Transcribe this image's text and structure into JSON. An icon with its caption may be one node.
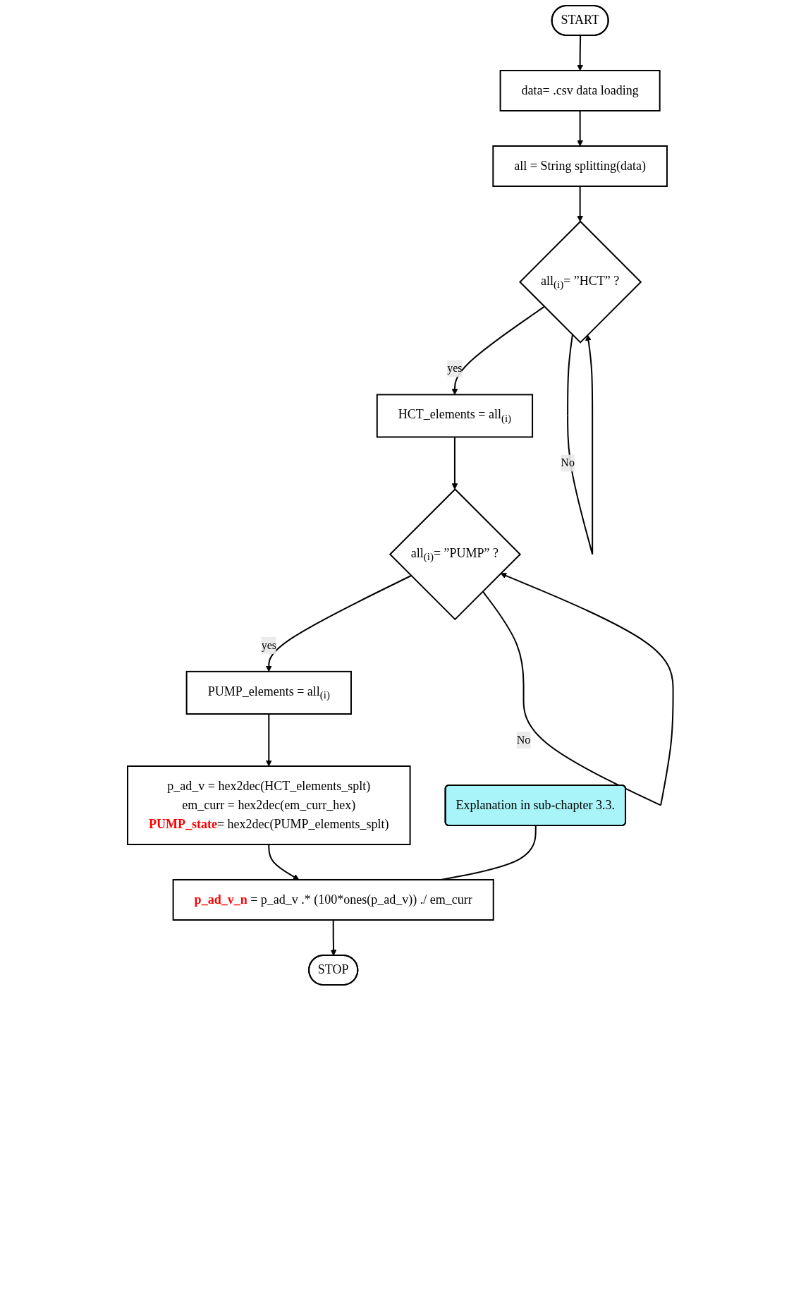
{
  "diagram": {
    "nodes": [
      {
        "text": [
          "START"
        ]
      },
      {
        "text": [
          "data= .csv data loading"
        ]
      },
      {
        "text": [
          "all = String splitting(data)"
        ]
      },
      {
        "text": [
          "all$_{(i)}$= ”HCT” ?"
        ]
      },
      {
        "text": [
          "HCT_elements = all$_{(i)}$"
        ]
      },
      {
        "text": [
          "all$_{(i)}$= ”PUMP” ?"
        ]
      },
      {
        "text": [
          "PUMP_elements = all$_{(i)}$"
        ]
      },
      {
        "text": [
          "p_ad_v = hex2dec(HCT_elements_splt)",
          "em_curr = hex2dec(em_curr_hex)",
          "**PUMP_state**= hex2dec(PUMP_elements_splt)"
        ]
      },
      {
        "text": [
          "**p_ad_v_n** = p_ad_v .* (100*ones(p_ad_v)) ./ em_curr"
        ]
      },
      {
        "text": [
          "Explanation in sub-chapter 3.3."
        ]
      },
      {
        "text": [
          "STOP"
        ]
      }
    ],
    "edges": [
      {
        "from": 0,
        "to": 1,
        "arrow": "to"
      },
      {
        "from": 1,
        "to": 2,
        "arrow": "to"
      },
      {
        "from": 2,
        "to": 3,
        "arrow": "to"
      },
      {
        "from": 3,
        "to": 4,
        "arrow": "to",
        "label": "yes"
      },
      {
        "from": 3,
        "to": 3,
        "arrow": "to",
        "label": "No"
      },
      {
        "from": 4,
        "to": 5,
        "arrow": "to"
      },
      {
        "from": 5,
        "to": 5,
        "arrow": "to",
        "label": "No"
      },
      {
        "from": 5,
        "to": 6,
        "arrow": "to",
        "label": "yes"
      },
      {
        "from": 6,
        "to": 7,
        "arrow": "to"
      },
      {
        "from": 7,
        "to": 8,
        "arrow": "to"
      },
      {
        "from": 9,
        "to": 8,
        "arrow": "none"
      },
      {
        "from": 8,
        "to": 10,
        "arrow": "to"
      }
    ]
  }
}
